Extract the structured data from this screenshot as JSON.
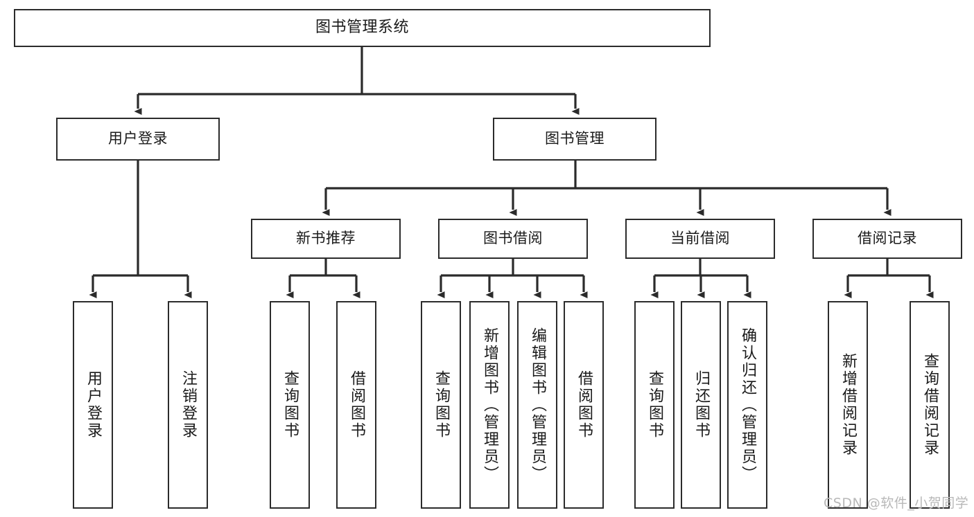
{
  "diagram": {
    "type": "tree-hierarchy-chart",
    "title": "图书管理系统",
    "colors": {
      "box_border": "#2b2b2b",
      "box_fill": "#ffffff",
      "connector": "#2b2b2b",
      "text": "#1a1a1a",
      "watermark": "#b8b8b8",
      "background": "#ffffff"
    },
    "root": {
      "id": "root",
      "label": "图书管理系统",
      "orientation": "horizontal"
    },
    "level2": [
      {
        "id": "user-login",
        "label": "用户登录",
        "orientation": "horizontal"
      },
      {
        "id": "book-management",
        "label": "图书管理",
        "orientation": "horizontal"
      }
    ],
    "level3": [
      {
        "id": "new-book-recommend",
        "label": "新书推荐",
        "orientation": "horizontal",
        "parent": "book-management"
      },
      {
        "id": "book-borrow",
        "label": "图书借阅",
        "orientation": "horizontal",
        "parent": "book-management"
      },
      {
        "id": "current-borrow",
        "label": "当前借阅",
        "orientation": "horizontal",
        "parent": "book-management"
      },
      {
        "id": "borrow-record",
        "label": "借阅记录",
        "orientation": "horizontal",
        "parent": "book-management"
      }
    ],
    "leaves": [
      {
        "id": "leaf-user-login",
        "label": "用户登录",
        "parent": "user-login",
        "orientation": "vertical"
      },
      {
        "id": "leaf-logout",
        "label": "注销登录",
        "parent": "user-login",
        "orientation": "vertical"
      },
      {
        "id": "leaf-query-book-1",
        "label": "查询图书",
        "parent": "new-book-recommend",
        "orientation": "vertical"
      },
      {
        "id": "leaf-borrow-book-1",
        "label": "借阅图书",
        "parent": "new-book-recommend",
        "orientation": "vertical"
      },
      {
        "id": "leaf-query-book-2",
        "label": "查询图书",
        "parent": "book-borrow",
        "orientation": "vertical"
      },
      {
        "id": "leaf-add-book",
        "label": "新增图书（管理员）",
        "parent": "book-borrow",
        "orientation": "vertical"
      },
      {
        "id": "leaf-edit-book",
        "label": "编辑图书（管理员）",
        "parent": "book-borrow",
        "orientation": "vertical"
      },
      {
        "id": "leaf-borrow-book-2",
        "label": "借阅图书",
        "parent": "book-borrow",
        "orientation": "vertical"
      },
      {
        "id": "leaf-query-book-3",
        "label": "查询图书",
        "parent": "current-borrow",
        "orientation": "vertical"
      },
      {
        "id": "leaf-return-book",
        "label": "归还图书",
        "parent": "current-borrow",
        "orientation": "vertical"
      },
      {
        "id": "leaf-confirm-return",
        "label": "确认归还（管理员）",
        "parent": "current-borrow",
        "orientation": "vertical"
      },
      {
        "id": "leaf-add-record",
        "label": "新增借阅记录",
        "parent": "borrow-record",
        "orientation": "vertical"
      },
      {
        "id": "leaf-query-record",
        "label": "查询借阅记录",
        "parent": "borrow-record",
        "orientation": "vertical"
      }
    ],
    "watermark": "CSDN @软件_小贺同学"
  }
}
